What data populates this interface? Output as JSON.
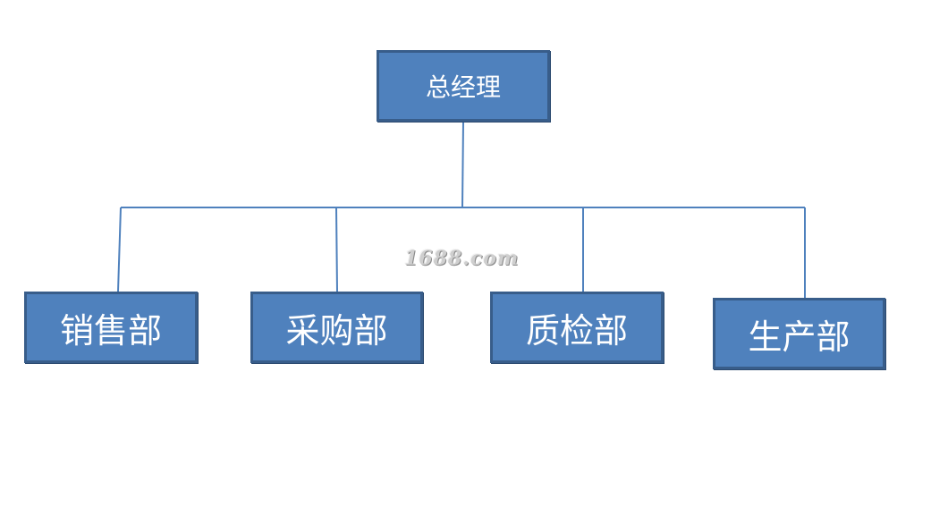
{
  "colors": {
    "node_fill": "#4f81bd",
    "node_border": "#385d8a",
    "connector": "#4f81bd",
    "text": "#ffffff"
  },
  "root": {
    "label": "总经理"
  },
  "departments": [
    {
      "label": "销售部"
    },
    {
      "label": "采购部"
    },
    {
      "label": "质检部"
    },
    {
      "label": "生产部"
    }
  ],
  "watermark": "1688.com"
}
